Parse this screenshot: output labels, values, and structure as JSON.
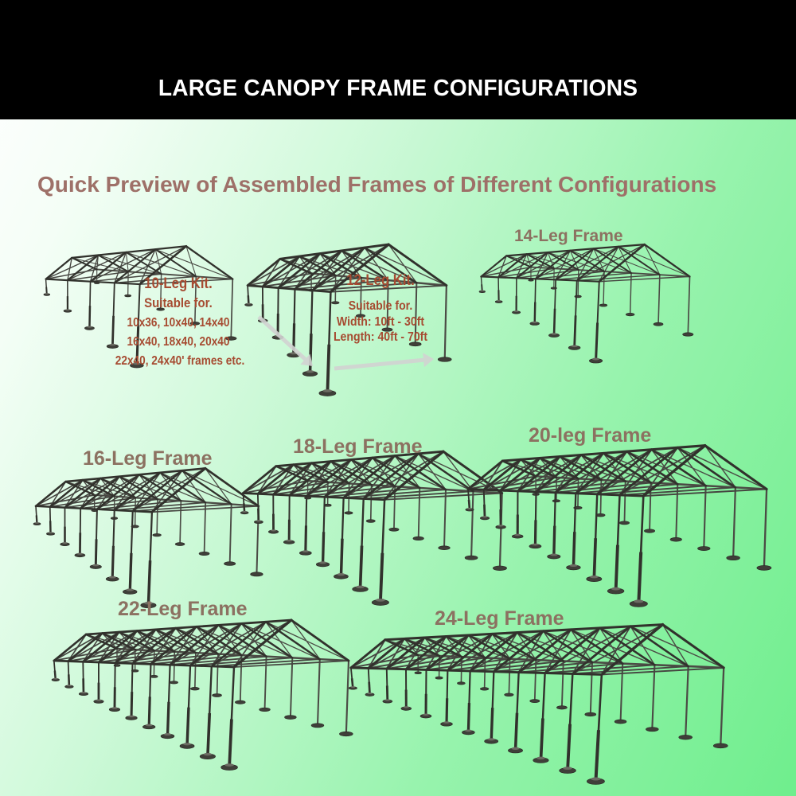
{
  "header": {
    "title": "LARGE CANOPY FRAME CONFIGURATIONS"
  },
  "intro": {
    "heading": "Quick Preview of Assembled Frames of Different Configurations"
  },
  "frames": [
    {
      "id": "kit-10",
      "legs": 10,
      "overlay": {
        "title": "10-Leg Kit.",
        "subtitle": "Suitable for.",
        "lines": [
          "10x36, 10x40, 14x40",
          "16x40, 18x40, 20x40",
          "22x40, 24x40' frames etc."
        ]
      }
    },
    {
      "id": "kit-12",
      "legs": 12,
      "overlay": {
        "title": "12-Leg Kit.",
        "subtitle": "Suitable for.",
        "lines": [
          "Width: 10ft - 30ft",
          "Length: 40ft - 70ft"
        ]
      }
    },
    {
      "id": "frame-14",
      "legs": 14,
      "label": "14-Leg Frame"
    },
    {
      "id": "frame-16",
      "legs": 16,
      "label": "16-Leg Frame"
    },
    {
      "id": "frame-18",
      "legs": 18,
      "label": "18-Leg Frame"
    },
    {
      "id": "frame-20",
      "legs": 20,
      "label": "20-leg Frame"
    },
    {
      "id": "frame-22",
      "legs": 22,
      "label": "22-Leg Frame"
    },
    {
      "id": "frame-24",
      "legs": 24,
      "label": "24-Leg Frame"
    }
  ],
  "colors": {
    "header_bg": "#000000",
    "header_text": "#ffffff",
    "heading_text": "#9e7068",
    "label_text": "#8c7161",
    "kit_text_red": "#a64b31",
    "frame_line": "#31312c",
    "background_green": "#6fee8d",
    "arrow_gray": "#d2d3d2"
  }
}
